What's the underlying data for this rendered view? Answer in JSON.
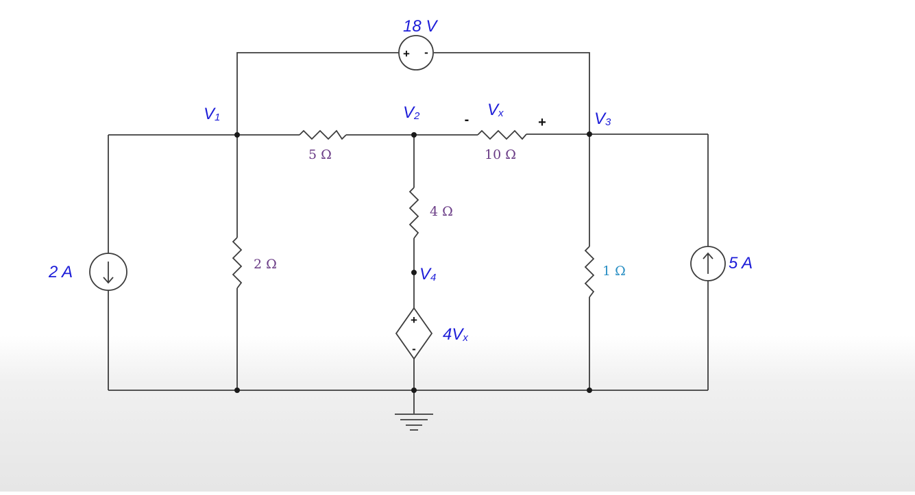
{
  "circuit": {
    "sources": {
      "voltage_top": "18 V",
      "current_left": "2 A",
      "current_right": "5 A",
      "dependent": {
        "prefix": "4V",
        "sub": "x"
      }
    },
    "nodes": {
      "v1": {
        "main": "V",
        "sub": "1"
      },
      "v2": {
        "main": "V",
        "sub": "2"
      },
      "v3": {
        "main": "V",
        "sub": "3"
      },
      "v4": {
        "main": "V",
        "sub": "4"
      }
    },
    "vx": {
      "main": "V",
      "sub": "x",
      "minus": "-",
      "plus": "+"
    },
    "resistors": {
      "r5": "5 Ω",
      "r10": "10 Ω",
      "r4": "4 Ω",
      "r2": "2 Ω",
      "r1": "1 Ω"
    },
    "signs": {
      "plus": "+",
      "minus": "-"
    }
  },
  "colors": {
    "wire": "#3c3c3c",
    "label_blue": "#1d1dd8",
    "resistor_purple": "#6a3c86",
    "resistor_cyan": "#2a8fc4"
  }
}
